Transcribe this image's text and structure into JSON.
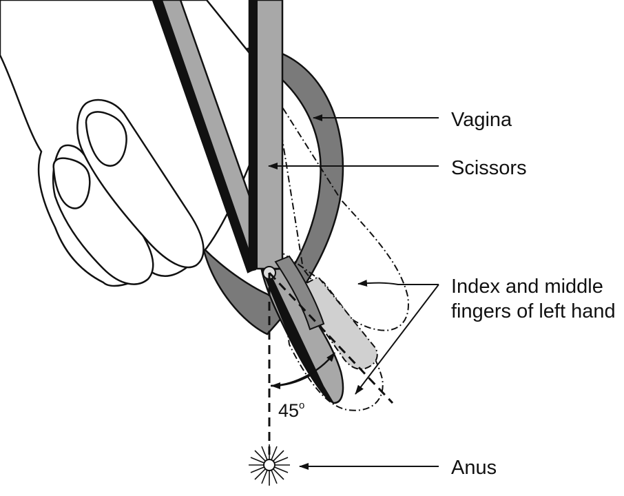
{
  "labels": {
    "vagina": "Vagina",
    "scissors": "Scissors",
    "fingers_line1": "Index and middle",
    "fingers_line2": "fingers of left hand",
    "anus": "Anus",
    "angle_value": "45",
    "angle_unit": "o"
  },
  "colors": {
    "vagina_fill": "#7a7a7a",
    "scissors_fill": "#a8a8a8",
    "finger_fill": "#d0d0d0",
    "outline": "#111111",
    "background": "#ffffff"
  }
}
